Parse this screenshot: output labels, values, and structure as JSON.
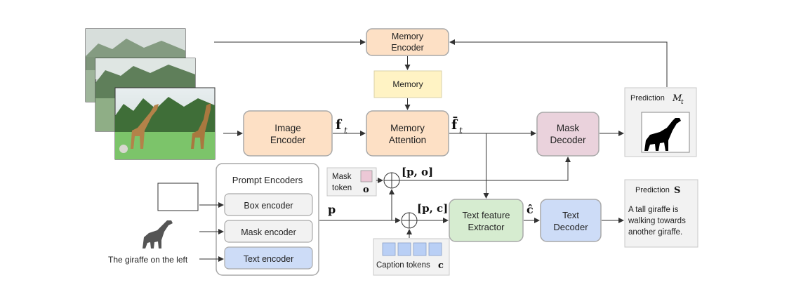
{
  "nodes": {
    "memory_encoder": [
      "Memory",
      "Encoder"
    ],
    "memory": "Memory",
    "image_encoder": [
      "Image",
      "Encoder"
    ],
    "memory_attention": [
      "Memory",
      "Attention"
    ],
    "mask_decoder": [
      "Mask",
      "Decoder"
    ],
    "prompt_encoders_title": "Prompt Encoders",
    "box_encoder": "Box encoder",
    "mask_encoder": "Mask encoder",
    "text_encoder": "Text encoder",
    "text_feature_extractor": [
      "Text feature",
      "Extractor"
    ],
    "text_decoder": [
      "Text",
      "Decoder"
    ]
  },
  "labels": {
    "f_t": "f",
    "f_t_sub": "t",
    "fbar_t": "f̄",
    "fbar_t_sub": "t",
    "p": "p",
    "p_o": "[p, o]",
    "p_c": "[p, c]",
    "c_hat": "ĉ",
    "mask_token": [
      "Mask",
      "token"
    ],
    "mask_token_symbol": "o",
    "caption_tokens": "Caption tokens",
    "caption_tokens_symbol": "c",
    "text_prompt": "The giraffe on the left"
  },
  "prediction_mask": {
    "label": "Prediction",
    "symbol": "M",
    "symbol_sub": "t"
  },
  "prediction_caption": {
    "label": "Prediction",
    "symbol": "S",
    "text": [
      "A tall giraffe is",
      "walking towards",
      "another giraffe."
    ]
  },
  "colors": {
    "orange": "#fde0c5",
    "orange_border": "#b0a090",
    "memory_yellow": "#fff3c4",
    "pink": "#ead2dc",
    "green": "#d6ecd0",
    "blue": "#cddcf7",
    "grey_panel": "#f2f2f2",
    "token_pink": "#ecc8d6",
    "token_blue": "#b9cff5"
  }
}
